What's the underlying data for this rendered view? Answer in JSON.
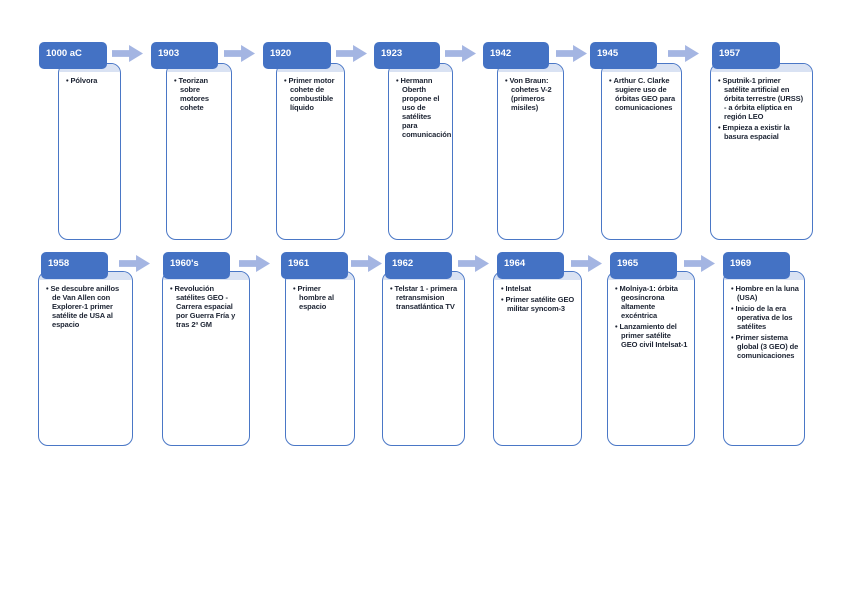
{
  "colors": {
    "header_fill": "#4472C4",
    "header_text": "#FFFFFF",
    "body_border": "#4A77C6",
    "body_accent_strip": "#D9E2F3",
    "body_text": "#1D2433",
    "arrow": "#A4B5E2",
    "page_background": "#FFFFFF"
  },
  "icons": {
    "flow_arrow": "right-block-arrow"
  },
  "timeline": {
    "rows": [
      {
        "items": [
          {
            "year": "1000 aC",
            "bullets": [
              "Pólvora"
            ]
          },
          {
            "year": "1903",
            "bullets": [
              "Teorizan sobre motores cohete"
            ]
          },
          {
            "year": "1920",
            "bullets": [
              "Primer motor cohete de combustible líquido"
            ]
          },
          {
            "year": "1923",
            "bullets": [
              "Hermann Oberth propone el uso de satélites para comunicación"
            ]
          },
          {
            "year": "1942",
            "bullets": [
              "Von Braun: cohetes V-2 (primeros misiles)"
            ]
          },
          {
            "year": "1945",
            "bullets": [
              "Arthur C. Clarke sugiere uso de órbitas GEO para comunicaciones"
            ]
          },
          {
            "year": "1957",
            "bullets": [
              "Sputnik-1 primer satélite artificial en órbita terrestre (URSS) - a órbita elíptica en región LEO",
              "Empieza a existir la basura espacial"
            ]
          }
        ]
      },
      {
        "items": [
          {
            "year": "1958",
            "bullets": [
              "Se descubre anillos de Van Allen con Explorer-1 primer satélite de USA al espacio"
            ]
          },
          {
            "year": "1960's",
            "bullets": [
              "Revolución satélites GEO - Carrera espacial por Guerra Fría y tras 2ª GM"
            ]
          },
          {
            "year": "1961",
            "bullets": [
              "Primer hombre al espacio"
            ]
          },
          {
            "year": "1962",
            "bullets": [
              "Telstar 1 - primera retransmision transatlántica TV"
            ]
          },
          {
            "year": "1964",
            "bullets": [
              "Intelsat",
              "Primer satélite GEO militar syncom-3"
            ]
          },
          {
            "year": "1965",
            "bullets": [
              "Molniya-1: órbita geosíncrona altamente excéntrica",
              "Lanzamiento del primer satélite GEO civil Intelsat-1"
            ]
          },
          {
            "year": "1969",
            "bullets": [
              "Hombre en la luna (USA)",
              "Inicio de la era operativa de los satélites",
              "Primer sistema global (3 GEO) de comunicaciones"
            ]
          }
        ]
      }
    ]
  }
}
